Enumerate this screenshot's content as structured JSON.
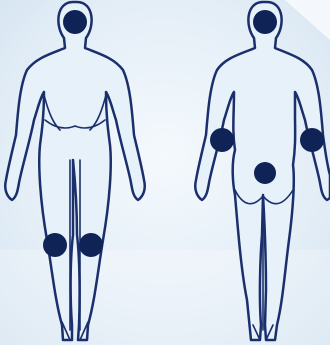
{
  "colors": {
    "outline": "#1a2f6c",
    "marker": "#0f2357",
    "body_fill": "#e6f1fa",
    "background": "#dfeaf4",
    "background_light": "#f3f8fc"
  },
  "figures": [
    {
      "view": "front",
      "markers": [
        "head",
        "left-knee",
        "right-knee"
      ]
    },
    {
      "view": "back",
      "markers": [
        "head",
        "left-elbow",
        "right-elbow",
        "lower-back"
      ]
    }
  ]
}
